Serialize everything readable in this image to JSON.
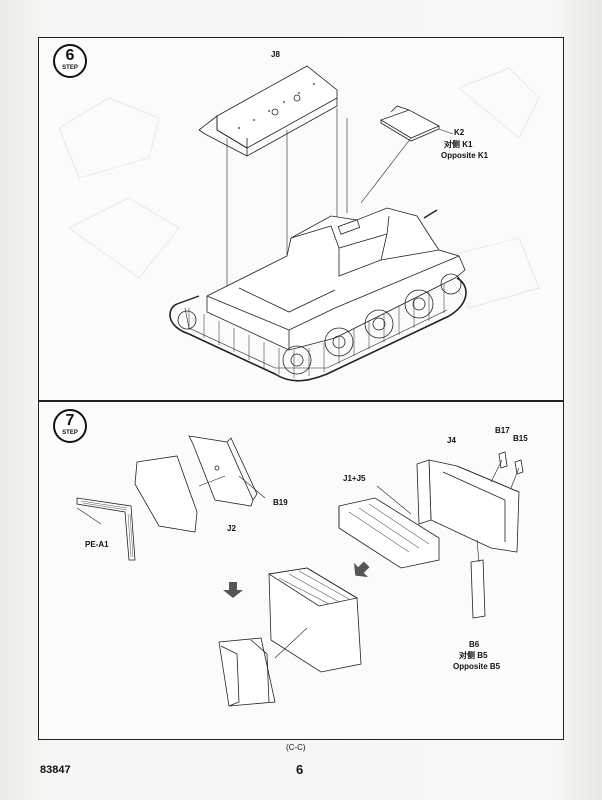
{
  "step6": {
    "number": "6",
    "label": "STEP",
    "parts": {
      "j8": "J8",
      "k2": "K2",
      "k1": "对侧 K1",
      "k1_opposite": "Opposite K1"
    }
  },
  "step7": {
    "number": "7",
    "label": "STEP",
    "parts": {
      "pe_a1": "PE-A1",
      "j2": "J2",
      "b19": "B19",
      "j4": "J4",
      "b17": "B17",
      "b15": "B15",
      "j1_j5": "J1+J5",
      "b6": "B6",
      "b5": "对侧 B5",
      "b5_opposite": "Opposite B5"
    }
  },
  "footer": {
    "model_number": "83847",
    "page_number": "6",
    "sheet_code": "(C-C)"
  }
}
